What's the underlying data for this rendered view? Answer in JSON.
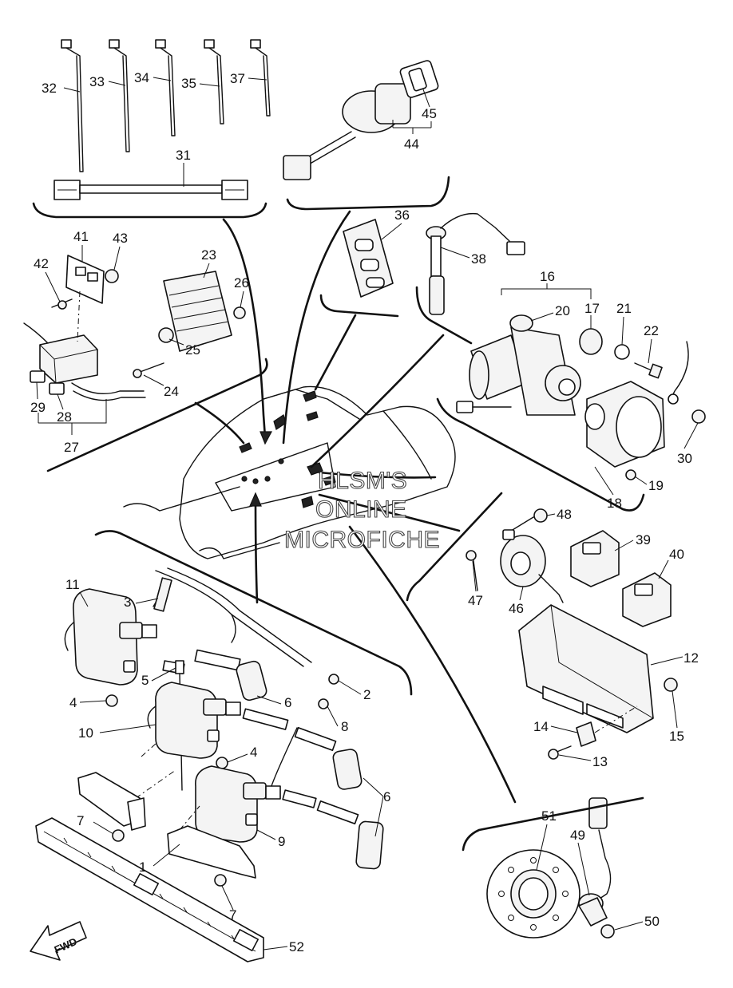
{
  "watermark": {
    "line1": "HLSM'S",
    "line2": "ONLINE",
    "line3": "MICROFICHE"
  },
  "direction_indicator": "FWD",
  "callouts": {
    "c1": "1",
    "c2": "2",
    "c3": "3",
    "c4a": "4",
    "c4b": "4",
    "c5": "5",
    "c6a": "6",
    "c6b": "6",
    "c7a": "7",
    "c7b": "7",
    "c8": "8",
    "c9": "9",
    "c10": "10",
    "c11": "11",
    "c12": "12",
    "c13": "13",
    "c14": "14",
    "c15": "15",
    "c16": "16",
    "c17": "17",
    "c18": "18",
    "c19": "19",
    "c20": "20",
    "c21": "21",
    "c22": "22",
    "c23": "23",
    "c24": "24",
    "c25": "25",
    "c26": "26",
    "c27": "27",
    "c28": "28",
    "c29": "29",
    "c30": "30",
    "c31": "31",
    "c32": "32",
    "c33": "33",
    "c34": "34",
    "c35": "35",
    "c36": "36",
    "c37": "37",
    "c38": "38",
    "c39": "39",
    "c40": "40",
    "c41": "41",
    "c42": "42",
    "c43": "43",
    "c44": "44",
    "c45": "45",
    "c46": "46",
    "c47": "47",
    "c48": "48",
    "c49": "49",
    "c50": "50",
    "c51": "51",
    "c52": "52"
  }
}
